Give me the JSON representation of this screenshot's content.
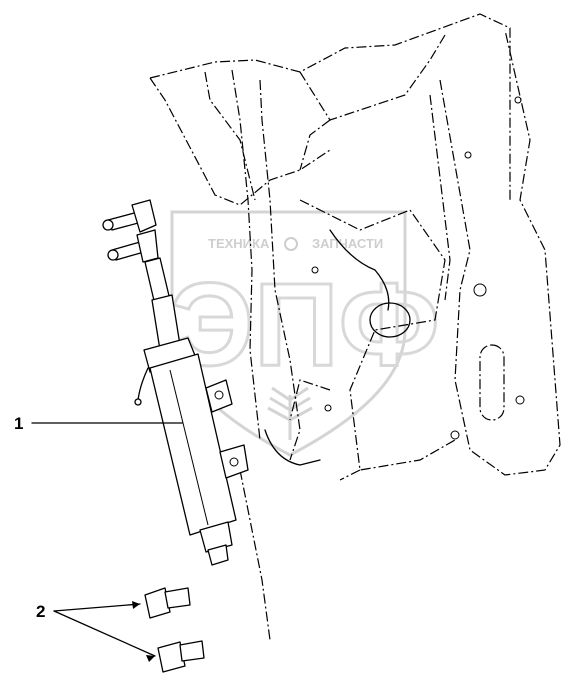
{
  "watermark": {
    "line1": "ТЕХНИКА",
    "line2": "ЗАПЧАСТИ",
    "logo": "ЭПФ"
  },
  "callouts": [
    {
      "label": "1"
    },
    {
      "label": "2"
    }
  ]
}
